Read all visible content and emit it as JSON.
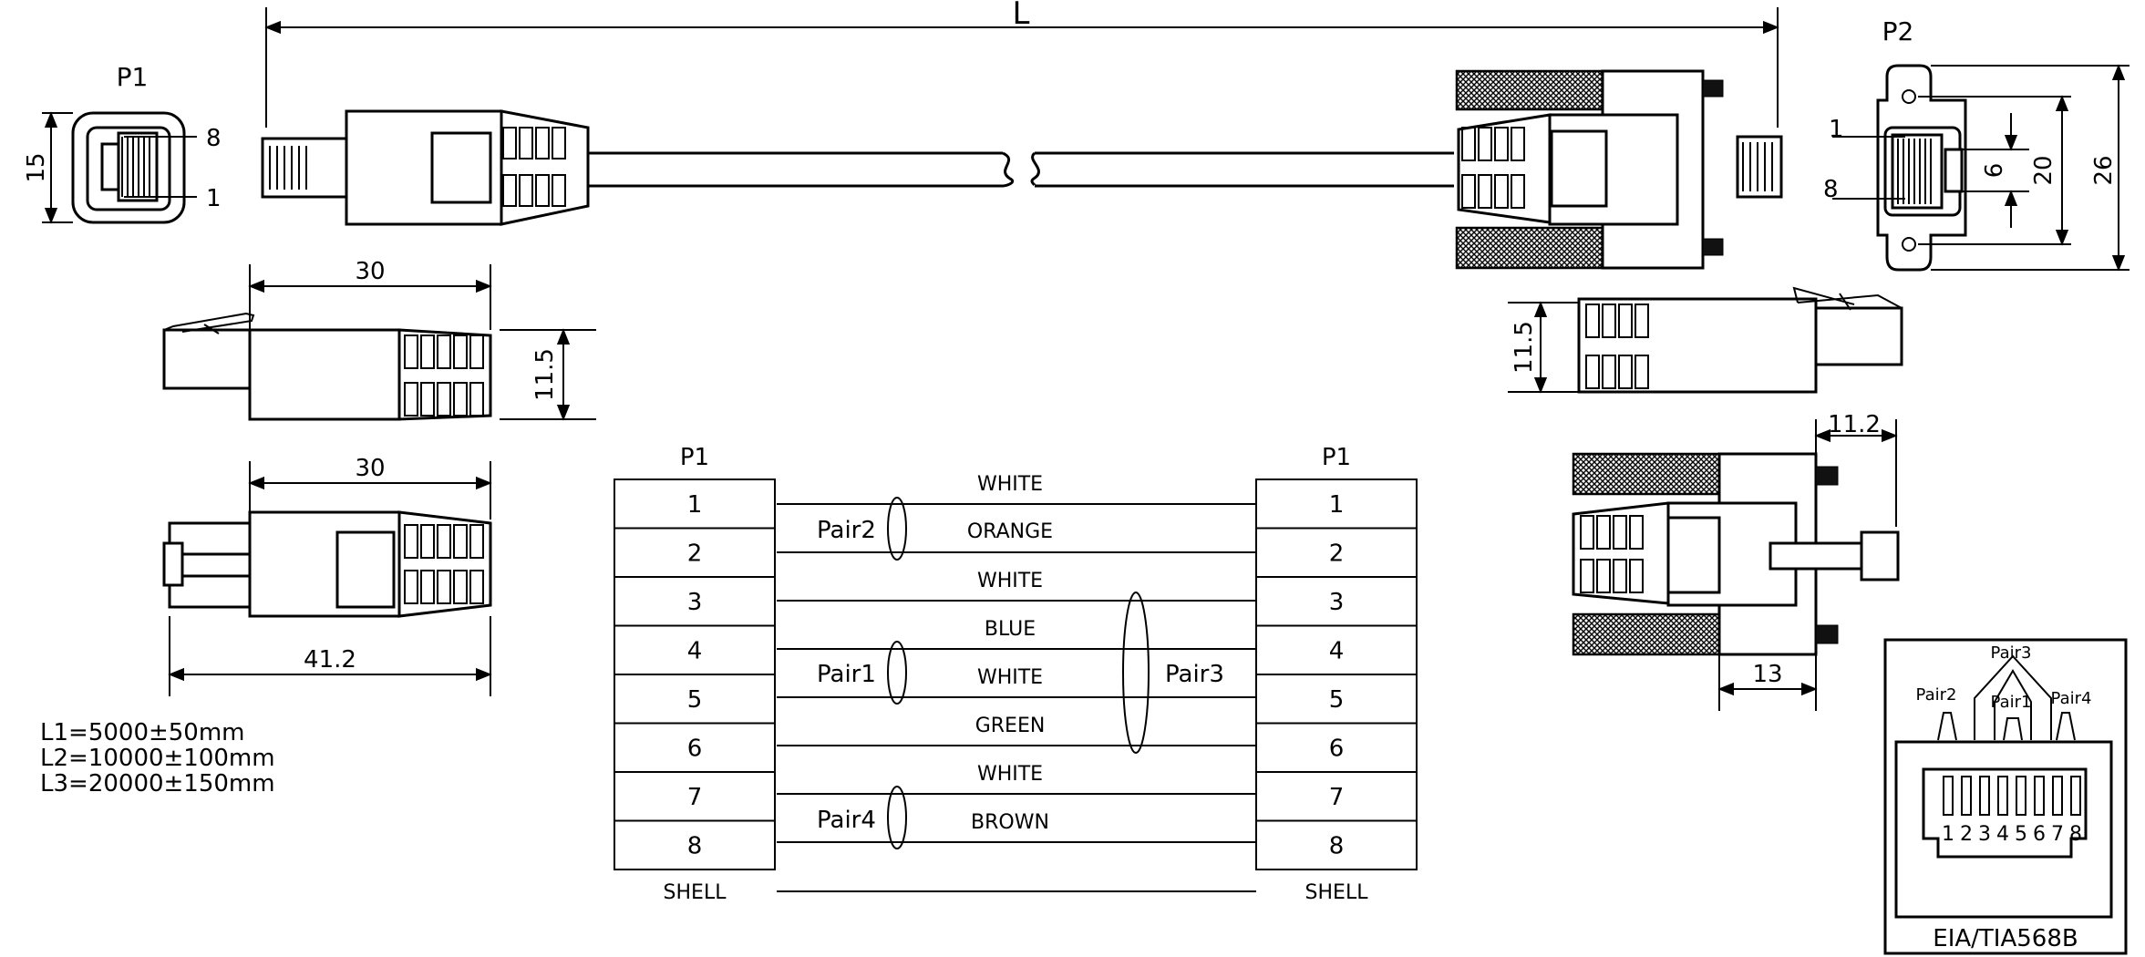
{
  "dims": {
    "length_label": "L",
    "p1_label": "P1",
    "p2_label": "P2",
    "p1_height": "15",
    "p1_pin_top": "8",
    "p1_pin_bottom": "1",
    "p2_pin_top": "1",
    "p2_pin_bottom": "8",
    "p2_slot": "6",
    "p2_inner": "20",
    "p2_outer": "26",
    "side_len_top": "30",
    "side_height_left": "11.5",
    "bottom_len": "30",
    "overall_len": "41.2",
    "side_height_right": "11.5",
    "right_top_dim": "11.2",
    "right_bottom_dim": "13"
  },
  "lengths": [
    "L1=5000±50mm",
    "L2=10000±100mm",
    "L3=20000±150mm"
  ],
  "wiring": {
    "left_header": "P1",
    "right_header": "P1",
    "pins": [
      "1",
      "2",
      "3",
      "4",
      "5",
      "6",
      "7",
      "8"
    ],
    "wire_colors": [
      "WHITE",
      "ORANGE",
      "WHITE",
      "BLUE",
      "WHITE",
      "GREEN",
      "WHITE",
      "BROWN"
    ],
    "pair_labels": [
      "Pair2",
      "Pair1",
      "Pair3",
      "Pair4"
    ],
    "shell_left": "SHELL",
    "shell_right": "SHELL"
  },
  "jack": {
    "pair_labels": [
      "Pair2",
      "Pair3",
      "Pair1",
      "Pair4"
    ],
    "pins": [
      "1",
      "2",
      "3",
      "4",
      "5",
      "6",
      "7",
      "8"
    ],
    "standard": "EIA/TIA568B"
  }
}
